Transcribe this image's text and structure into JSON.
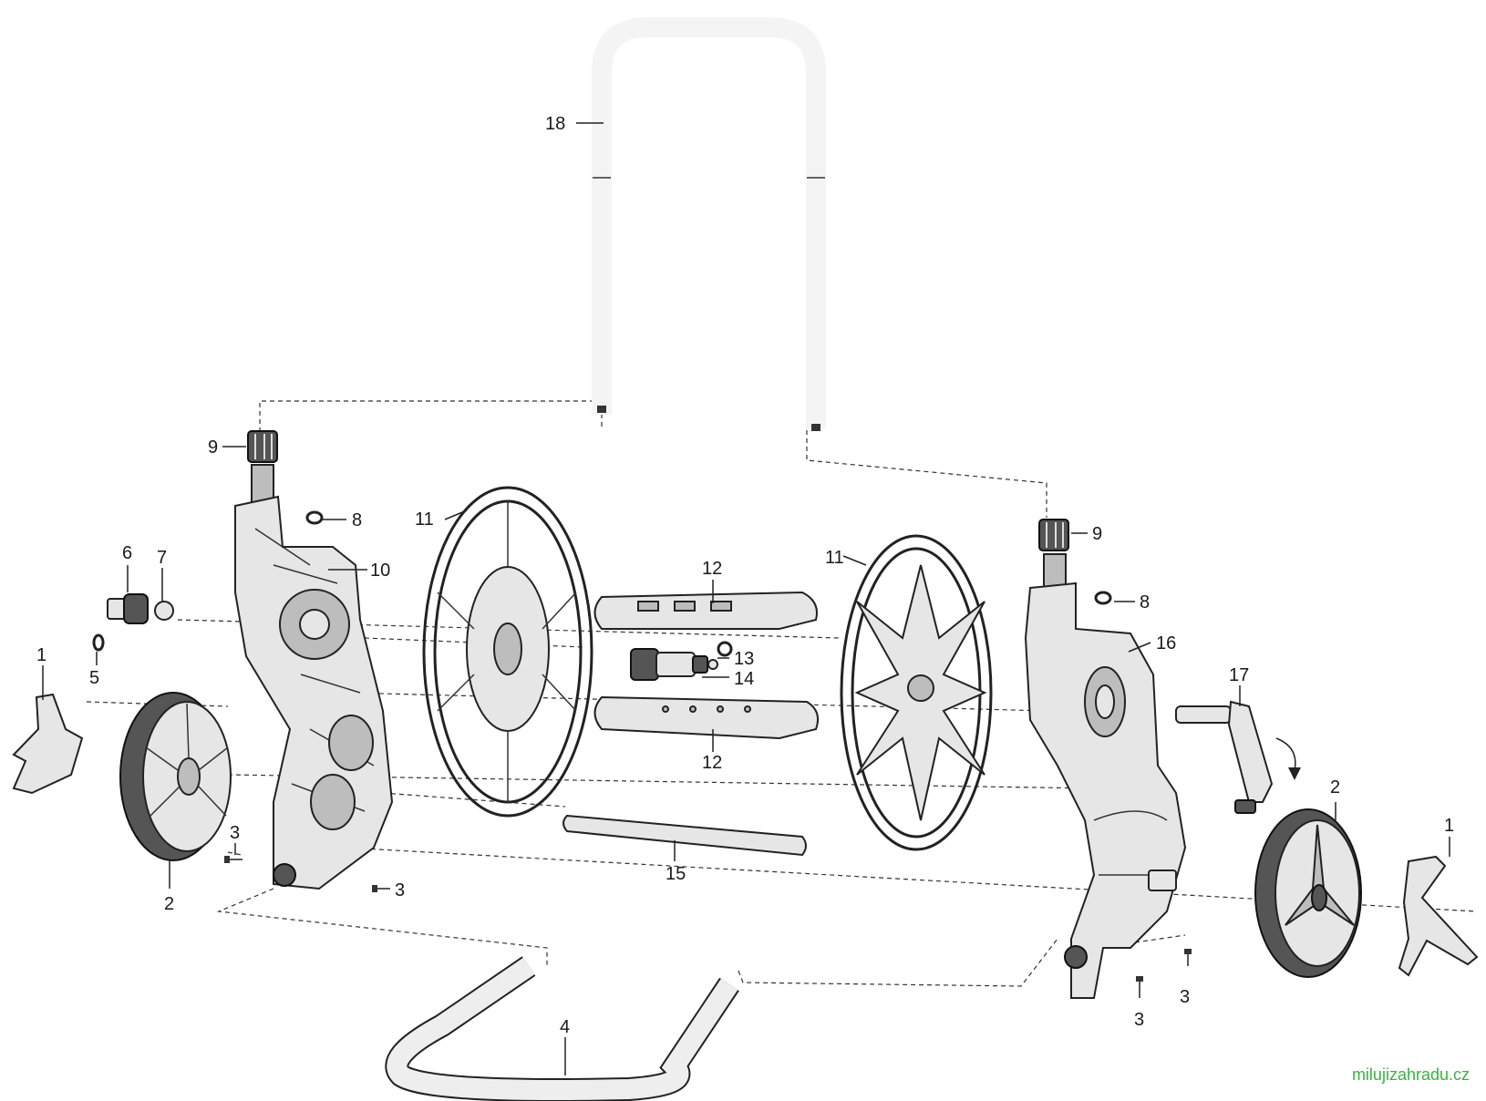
{
  "diagram": {
    "callouts": [
      "18",
      "9",
      "8",
      "11",
      "12",
      "6",
      "7",
      "10",
      "1",
      "5",
      "13",
      "14",
      "2",
      "3",
      "15",
      "16",
      "17",
      "4"
    ],
    "part_numbers": {
      "handle": "18",
      "cap_left": "9",
      "cap_right": "9",
      "oring_left": "8",
      "oring_right": "8",
      "reel_flange_left": "11",
      "reel_flange_right": "11",
      "drum_bar_top": "12",
      "drum_bar_bottom": "12",
      "connector": "6",
      "washer": "7",
      "frame_left": "10",
      "frame_right": "16",
      "foot_left": "1",
      "foot_right": "1",
      "oring_small": "5",
      "oring_coupling": "13",
      "coupling": "14",
      "wheel_left": "2",
      "wheel_right": "2",
      "screw_a": "3",
      "screw_b": "3",
      "screw_c": "3",
      "screw_d": "3",
      "axle": "15",
      "crank": "17",
      "base_bar": "4"
    }
  },
  "watermark": {
    "text": "milujizahradu.cz",
    "color": "#3cb043"
  },
  "colors": {
    "line": "#222222",
    "fill": "#e6e6e6",
    "dark": "#555555"
  }
}
